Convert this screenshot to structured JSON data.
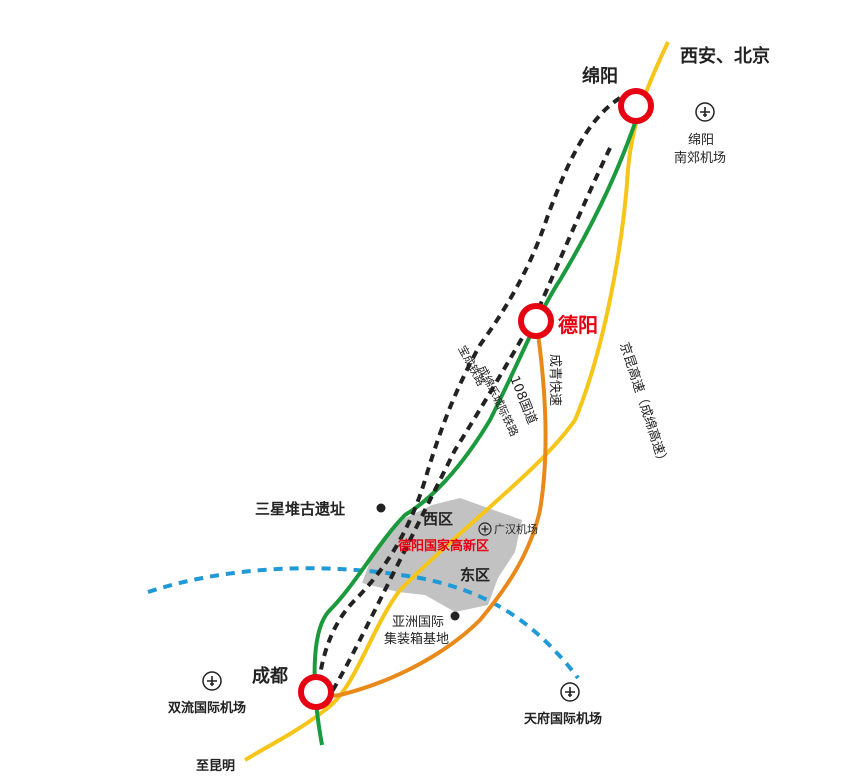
{
  "cities": {
    "mianyang": "绵阳",
    "deyang": "德阳",
    "chengdu": "成都"
  },
  "destinations": {
    "north": "西安、北京",
    "south": "至昆明"
  },
  "airports": {
    "mianyang": [
      "绵阳",
      "南郊机场"
    ],
    "shuangliu": "双流国际机场",
    "tianfu": "天府国际机场",
    "guanghan": "广汉机场"
  },
  "places": {
    "sanxingdui": "三星堆古遗址",
    "west_zone": "西区",
    "east_zone": "东区",
    "hi_tech_zone": "德阳国家高新区",
    "container_base": [
      "亚洲国际",
      "集装箱基地"
    ]
  },
  "routes": {
    "baocheng": "宝成铁路",
    "chengmian_leshan": "成绵乐城际铁路",
    "g108": "108国道",
    "chengqing": "成青快速",
    "jingkun": "京昆高速（成绵高速）"
  },
  "colors": {
    "city_ring": "#e60012",
    "expressway": "#f5c518",
    "g108": "#1a9a3c",
    "chengqing": "#e8891a",
    "railway": "#222222",
    "ring_road": "#1f9ad6",
    "zone": "#b7b7b7",
    "zone_label": "#e60012"
  }
}
